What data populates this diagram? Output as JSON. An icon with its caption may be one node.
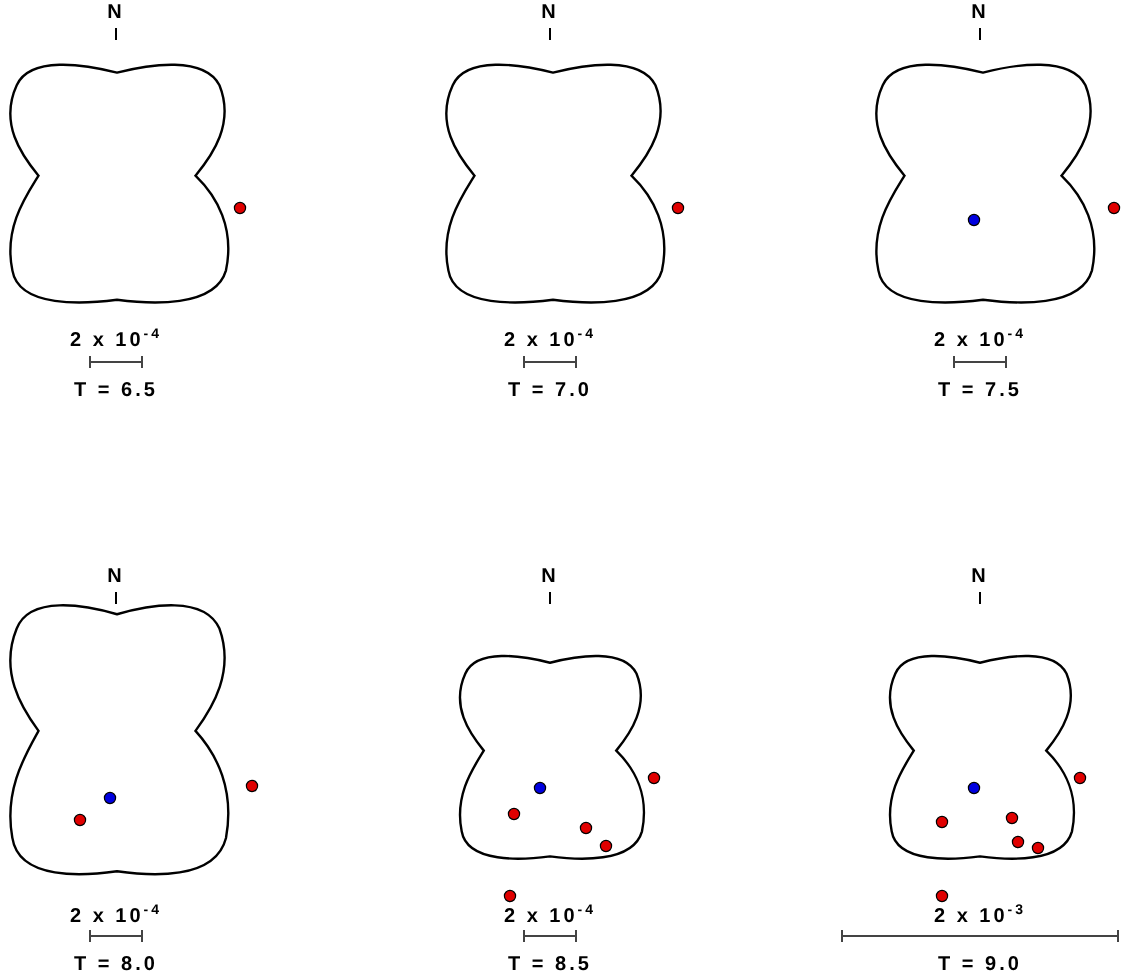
{
  "diagram": {
    "labels": [
      "N",
      "2 x 10$^{-4}$",
      "T = 6.5",
      "N",
      "2 x 10$^{-4}$",
      "T = 7.0",
      "N",
      "2 x 10$^{-4}$",
      "T = 7.5",
      "N",
      "2 x 10$^{-4}$",
      "T = 8.0",
      "N",
      "2 x 10$^{-4}$",
      "T = 8.5",
      "N",
      "2 x 10$^{-3}$",
      "T = 9.0"
    ]
  }
}
